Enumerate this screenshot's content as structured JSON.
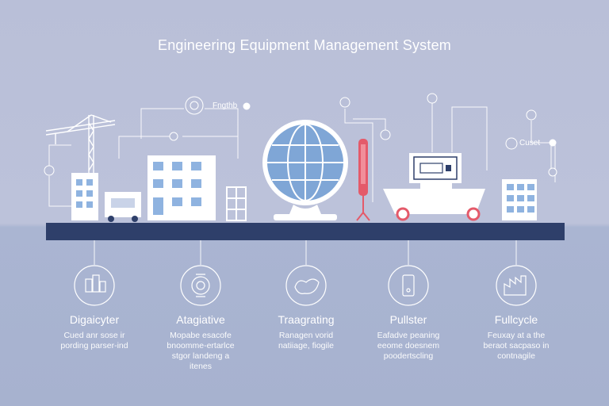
{
  "title": "Engineering Equipment Management System",
  "callouts": {
    "top_left": "Fngthb",
    "top_right": "Cuset"
  },
  "columns": [
    {
      "heading": "Digaicyter",
      "lines": [
        "Cued anr sose ir",
        "pording parser-ind"
      ]
    },
    {
      "heading": "Atagiative",
      "lines": [
        "Mopabe esacofe",
        "bnoomme-ertarlce",
        "stgor landeng a",
        "itenes"
      ]
    },
    {
      "heading": "Traagrating",
      "lines": [
        "Ranagen vorid",
        "natiiage, fiogile"
      ]
    },
    {
      "heading": "Pullster",
      "lines": [
        "Eafadve peaning",
        "eeome doesnem",
        "poodertscling"
      ]
    },
    {
      "heading": "Fullcycle",
      "lines": [
        "Feuxay at a the",
        "beraot sacpaso in",
        "contnagile"
      ]
    }
  ],
  "colors": {
    "background": "#b9bfd8",
    "platform": "#2e3f6a",
    "globe": "#7fa6d6",
    "accent_red": "#e45a6a",
    "window_blue": "#8fb3e0"
  }
}
